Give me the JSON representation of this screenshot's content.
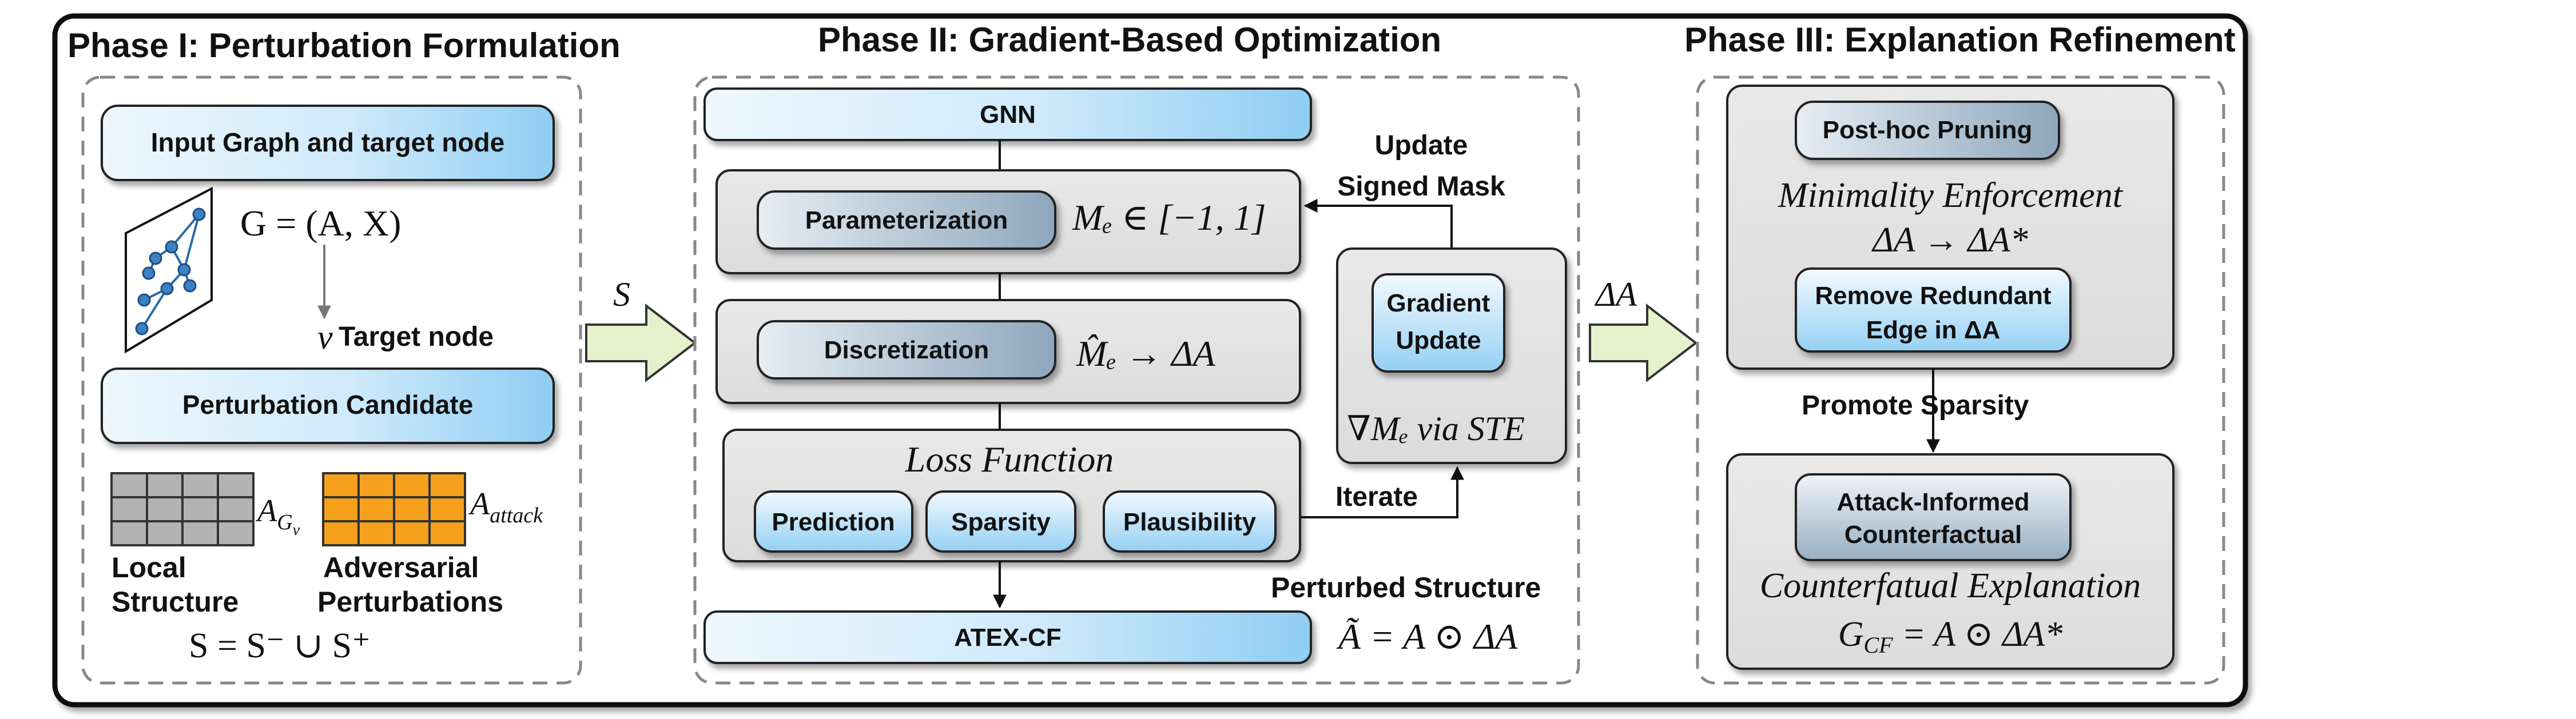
{
  "phase1": {
    "title": "Phase I: Perturbation Formulation",
    "input_box": "Input Graph and target node",
    "graph_formula": "G = (A, X)",
    "node_var": "v",
    "target_node_label": "Target node",
    "candidate_box": "Perturbation Candidate",
    "matrix_local_label": "A",
    "matrix_local_sub": "G",
    "matrix_local_subsub": "v",
    "matrix_attack_label": "A",
    "matrix_attack_sub": "attack",
    "local_label_line1": "Local",
    "local_label_line2": "Structure",
    "adv_label_line1": "Adversarial",
    "adv_label_line2": "Perturbations",
    "set_formula": "S = S⁻ ∪ S⁺"
  },
  "arrow1_label": "S",
  "phase2": {
    "title": "Phase II: Gradient-Based Optimization",
    "gnn_box": "GNN",
    "param_box": "Parameterization",
    "param_formula": "Mₑ ∈ [−1, 1]",
    "disc_box": "Discretization",
    "disc_formula": "M̂ₑ → ΔA",
    "loss_title": "Loss Function",
    "loss_items": [
      "Prediction",
      "Sparsity",
      "Plausibility"
    ],
    "update_label_line1": "Update",
    "update_label_line2": "Signed Mask",
    "gradient_box_line1": "Gradient",
    "gradient_box_line2": "Update",
    "gradient_formula": "∇Mₑ via STE",
    "iterate_label": "Iterate",
    "perturbed_label": "Perturbed Structure",
    "atex_box": "ATEX-CF",
    "atex_formula": "Ã = A ⊙ ΔA"
  },
  "arrow2_label": "ΔA",
  "phase3": {
    "title": "Phase III: Explanation Refinement",
    "pruning_box": "Post-hoc Pruning",
    "minimality_text": "Minimality Enforcement",
    "minimality_formula": "ΔA → ΔA*",
    "remove_box_line1": "Remove Redundant",
    "remove_box_line2": "Edge in ΔA",
    "sparsity_label": "Promote Sparsity",
    "attack_box_line1": "Attack-Informed",
    "attack_box_line2": "Counterfactual",
    "cf_text": "Counterfatual Explanation",
    "cf_formula": "G",
    "cf_formula_sub": "CF",
    "cf_formula_rest": " = A ⊙ ΔA*"
  },
  "colors": {
    "grid_gray": "#b3b3b3",
    "grid_orange": "#f5a11e",
    "panel_gray": "#e4e4e4",
    "box_blue_light": "#eaf5fd",
    "box_blue": "#8fcdf2",
    "box_slate": "#8da6bc",
    "arrow_green": "#e3f2cc"
  }
}
